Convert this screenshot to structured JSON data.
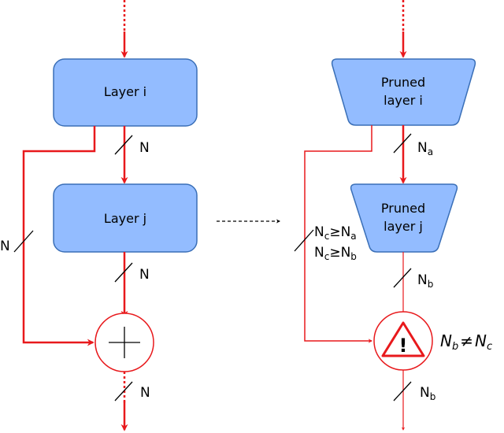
{
  "colors": {
    "block_fill": "#93bcff",
    "block_stroke": "#3a6fb7",
    "arrow": "#e8191c",
    "transition_arrow": "#000000"
  },
  "left": {
    "layer_i": "Layer i",
    "layer_j": "Layer j",
    "label_top": "N",
    "label_mid": "N",
    "label_skip": "N",
    "label_bottom": "N",
    "merge_symbol": "plus-icon"
  },
  "right": {
    "pruned_i_line1": "Pruned",
    "pruned_i_line2": "layer i",
    "pruned_j_line1": "Pruned",
    "pruned_j_line2": "layer j",
    "label_a": {
      "base": "N",
      "sub": "a"
    },
    "label_b": {
      "base": "N",
      "sub": "b"
    },
    "label_b_out": {
      "base": "N",
      "sub": "b"
    },
    "skip_cond1": {
      "base": "N",
      "sub": "c",
      "op": "≥",
      "base2": "N",
      "sub2": "a"
    },
    "skip_cond2": {
      "base": "N",
      "sub": "c",
      "op": "≥",
      "base2": "N",
      "sub2": "b"
    },
    "mismatch": {
      "base": "N",
      "sub": "b",
      "op": "≠",
      "base2": "N",
      "sub2": "c"
    },
    "merge_symbol": "warning-icon",
    "warning_glyph": "!"
  }
}
